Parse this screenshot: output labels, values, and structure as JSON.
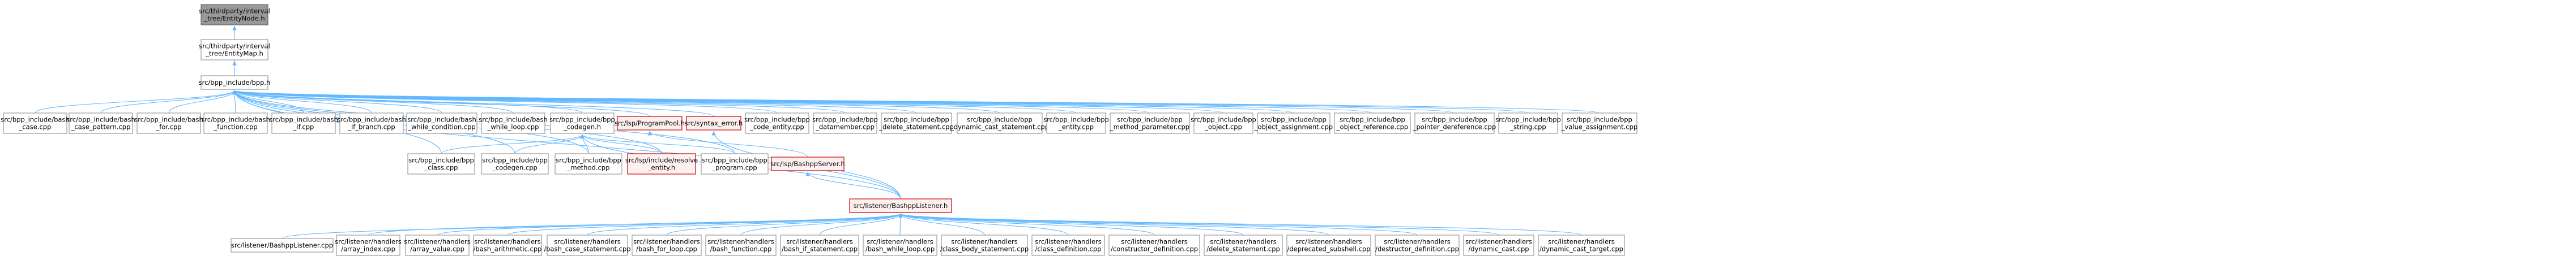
{
  "graph": {
    "nodes": [
      {
        "id": "n_ebt",
        "lines": [
          "src/thirdparty/interval",
          "_tree/EntityNode.h"
        ],
        "style": "root"
      },
      {
        "id": "n_ebm",
        "lines": [
          "src/thirdparty/interval",
          "_tree/EntityMap.h"
        ],
        "style": "plain"
      },
      {
        "id": "n_bpp",
        "lines": [
          "src/bpp_include/bpp.h"
        ],
        "style": "plain"
      },
      {
        "id": "n_bcase",
        "lines": [
          "src/bpp_include/bash",
          "_case.cpp"
        ],
        "style": "plain"
      },
      {
        "id": "n_bcasepat",
        "lines": [
          "src/bpp_include/bash",
          "_case_pattern.cpp"
        ],
        "style": "plain"
      },
      {
        "id": "n_bfor",
        "lines": [
          "src/bpp_include/bash",
          "_for.cpp"
        ],
        "style": "plain"
      },
      {
        "id": "n_bfunc",
        "lines": [
          "src/bpp_include/bash",
          "_function.cpp"
        ],
        "style": "plain"
      },
      {
        "id": "n_bif",
        "lines": [
          "src/bpp_include/bash",
          "_if.cpp"
        ],
        "style": "plain"
      },
      {
        "id": "n_bifbr",
        "lines": [
          "src/bpp_include/bash",
          "_if_branch.cpp"
        ],
        "style": "plain"
      },
      {
        "id": "n_bwcond",
        "lines": [
          "src/bpp_include/bash",
          "_while_condition.cpp"
        ],
        "style": "plain"
      },
      {
        "id": "n_bwloop",
        "lines": [
          "src/bpp_include/bash",
          "_while_loop.cpp"
        ],
        "style": "plain"
      },
      {
        "id": "n_codegenh",
        "lines": [
          "src/bpp_include/bpp",
          "_codegen.h"
        ],
        "style": "plain"
      },
      {
        "id": "n_pool",
        "lines": [
          "src/lsp/ProgramPool.h"
        ],
        "style": "red"
      },
      {
        "id": "n_syntax",
        "lines": [
          "src/syntax_error.h"
        ],
        "style": "red"
      },
      {
        "id": "n_codeent",
        "lines": [
          "src/bpp_include/bpp",
          "_code_entity.cpp"
        ],
        "style": "plain"
      },
      {
        "id": "n_datamem",
        "lines": [
          "src/bpp_include/bpp",
          "_datamember.cpp"
        ],
        "style": "plain"
      },
      {
        "id": "n_delst",
        "lines": [
          "src/bpp_include/bpp",
          "_delete_statement.cpp"
        ],
        "style": "plain"
      },
      {
        "id": "n_dyncast",
        "lines": [
          "src/bpp_include/bpp",
          "_dynamic_cast_statement.cpp"
        ],
        "style": "plain"
      },
      {
        "id": "n_entity",
        "lines": [
          "src/bpp_include/bpp",
          "_entity.cpp"
        ],
        "style": "plain"
      },
      {
        "id": "n_methparam",
        "lines": [
          "src/bpp_include/bpp",
          "_method_parameter.cpp"
        ],
        "style": "plain"
      },
      {
        "id": "n_object",
        "lines": [
          "src/bpp_include/bpp",
          "_object.cpp"
        ],
        "style": "plain"
      },
      {
        "id": "n_objassign",
        "lines": [
          "src/bpp_include/bpp",
          "_object_assignment.cpp"
        ],
        "style": "plain"
      },
      {
        "id": "n_objref",
        "lines": [
          "src/bpp_include/bpp",
          "_object_reference.cpp"
        ],
        "style": "plain"
      },
      {
        "id": "n_ptrderef",
        "lines": [
          "src/bpp_include/bpp",
          "_pointer_dereference.cpp"
        ],
        "style": "plain"
      },
      {
        "id": "n_string",
        "lines": [
          "src/bpp_include/bpp",
          "_string.cpp"
        ],
        "style": "plain"
      },
      {
        "id": "n_valassign",
        "lines": [
          "src/bpp_include/bpp",
          "_value_assignment.cpp"
        ],
        "style": "plain"
      },
      {
        "id": "n_class",
        "lines": [
          "src/bpp_include/bpp",
          "_class.cpp"
        ],
        "style": "plain"
      },
      {
        "id": "n_codegencpp",
        "lines": [
          "src/bpp_include/bpp",
          "_codegen.cpp"
        ],
        "style": "plain"
      },
      {
        "id": "n_method",
        "lines": [
          "src/bpp_include/bpp",
          "_method.cpp"
        ],
        "style": "plain"
      },
      {
        "id": "n_resolve",
        "lines": [
          "src/lsp/include/resolve",
          "_entity.h"
        ],
        "style": "red"
      },
      {
        "id": "n_program",
        "lines": [
          "src/bpp_include/bpp",
          "_program.cpp"
        ],
        "style": "plain"
      },
      {
        "id": "n_server",
        "lines": [
          "src/lsp/BashppServer.h"
        ],
        "style": "red"
      },
      {
        "id": "n_listenerh",
        "lines": [
          "src/listener/BashppListener.h"
        ],
        "style": "red"
      },
      {
        "id": "n_listenercpp",
        "lines": [
          "src/listener/BashppListener.cpp"
        ],
        "style": "plain"
      },
      {
        "id": "n_h_arridx",
        "lines": [
          "src/listener/handlers",
          "/array_index.cpp"
        ],
        "style": "plain"
      },
      {
        "id": "n_h_arrval",
        "lines": [
          "src/listener/handlers",
          "/array_value.cpp"
        ],
        "style": "plain"
      },
      {
        "id": "n_h_arith",
        "lines": [
          "src/listener/handlers",
          "/bash_arithmetic.cpp"
        ],
        "style": "plain"
      },
      {
        "id": "n_h_casest",
        "lines": [
          "src/listener/handlers",
          "/bash_case_statement.cpp"
        ],
        "style": "plain"
      },
      {
        "id": "n_h_forloop",
        "lines": [
          "src/listener/handlers",
          "/bash_for_loop.cpp"
        ],
        "style": "plain"
      },
      {
        "id": "n_h_function",
        "lines": [
          "src/listener/handlers",
          "/bash_function.cpp"
        ],
        "style": "plain"
      },
      {
        "id": "n_h_ifst",
        "lines": [
          "src/listener/handlers",
          "/bash_if_statement.cpp"
        ],
        "style": "plain"
      },
      {
        "id": "n_h_while",
        "lines": [
          "src/listener/handlers",
          "/bash_while_loop.cpp"
        ],
        "style": "plain"
      },
      {
        "id": "n_h_classbody",
        "lines": [
          "src/listener/handlers",
          "/class_body_statement.cpp"
        ],
        "style": "plain"
      },
      {
        "id": "n_h_classdef",
        "lines": [
          "src/listener/handlers",
          "/class_definition.cpp"
        ],
        "style": "plain"
      },
      {
        "id": "n_h_ctor",
        "lines": [
          "src/listener/handlers",
          "/constructor_definition.cpp"
        ],
        "style": "plain"
      },
      {
        "id": "n_h_delete",
        "lines": [
          "src/listener/handlers",
          "/delete_statement.cpp"
        ],
        "style": "plain"
      },
      {
        "id": "n_h_deprecated",
        "lines": [
          "src/listener/handlers",
          "/deprecated_subshell.cpp"
        ],
        "style": "plain"
      },
      {
        "id": "n_h_dtor",
        "lines": [
          "src/listener/handlers",
          "/destructor_definition.cpp"
        ],
        "style": "plain"
      },
      {
        "id": "n_h_dyncast",
        "lines": [
          "src/listener/handlers",
          "/dynamic_cast.cpp"
        ],
        "style": "plain"
      },
      {
        "id": "n_h_dyncasttgt",
        "lines": [
          "src/listener/handlers",
          "/dynamic_cast_target.cpp"
        ],
        "style": "plain"
      }
    ]
  },
  "colors": {
    "root_fill": "#999999",
    "root_stroke": "#666666",
    "plain_fill": "#ffffff",
    "plain_stroke": "#999999",
    "red_fill": "#fff0f0",
    "red_stroke": "#cc0000",
    "edge": "#63b8ff"
  }
}
